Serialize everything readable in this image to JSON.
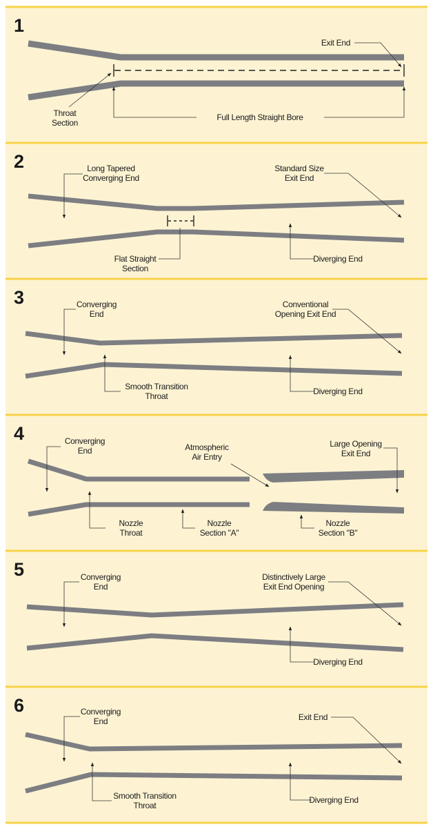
{
  "panels": [
    {
      "number": "1",
      "labels": {
        "exit": "Exit End",
        "throat": [
          "Throat",
          "Section"
        ],
        "bore": "Full Length Straight Bore"
      }
    },
    {
      "number": "2",
      "labels": {
        "converging": [
          "Long Tapered",
          "Converging End"
        ],
        "exit": [
          "Standard Size",
          "Exit End"
        ],
        "flat": [
          "Flat Straight",
          "Section"
        ],
        "diverging": "Diverging End"
      }
    },
    {
      "number": "3",
      "labels": {
        "converging": [
          "Converging",
          "End"
        ],
        "exit": [
          "Conventional",
          "Opening Exit End"
        ],
        "throat": [
          "Smooth Transition",
          "Throat"
        ],
        "diverging": "Diverging End"
      }
    },
    {
      "number": "4",
      "labels": {
        "converging": [
          "Converging",
          "End"
        ],
        "air": [
          "Atmospheric",
          "Air Entry"
        ],
        "exit": [
          "Large Opening",
          "Exit End"
        ],
        "throat": [
          "Nozzle",
          "Throat"
        ],
        "section_a": [
          "Nozzle",
          "Section \"A\""
        ],
        "section_b": [
          "Nozzle",
          "Section \"B\""
        ]
      }
    },
    {
      "number": "5",
      "labels": {
        "converging": [
          "Converging",
          "End"
        ],
        "exit": [
          "Distinctively Large",
          "Exit End Opening"
        ],
        "diverging": "Diverging End"
      }
    },
    {
      "number": "6",
      "labels": {
        "converging": [
          "Converging",
          "End"
        ],
        "exit": "Exit End",
        "throat": [
          "Smooth Transition",
          "Throat"
        ],
        "diverging": "Diverging End"
      }
    }
  ],
  "colors": {
    "panel": "#fdf3d3",
    "rule": "#f7d34a",
    "wall": "#7d7e82"
  }
}
